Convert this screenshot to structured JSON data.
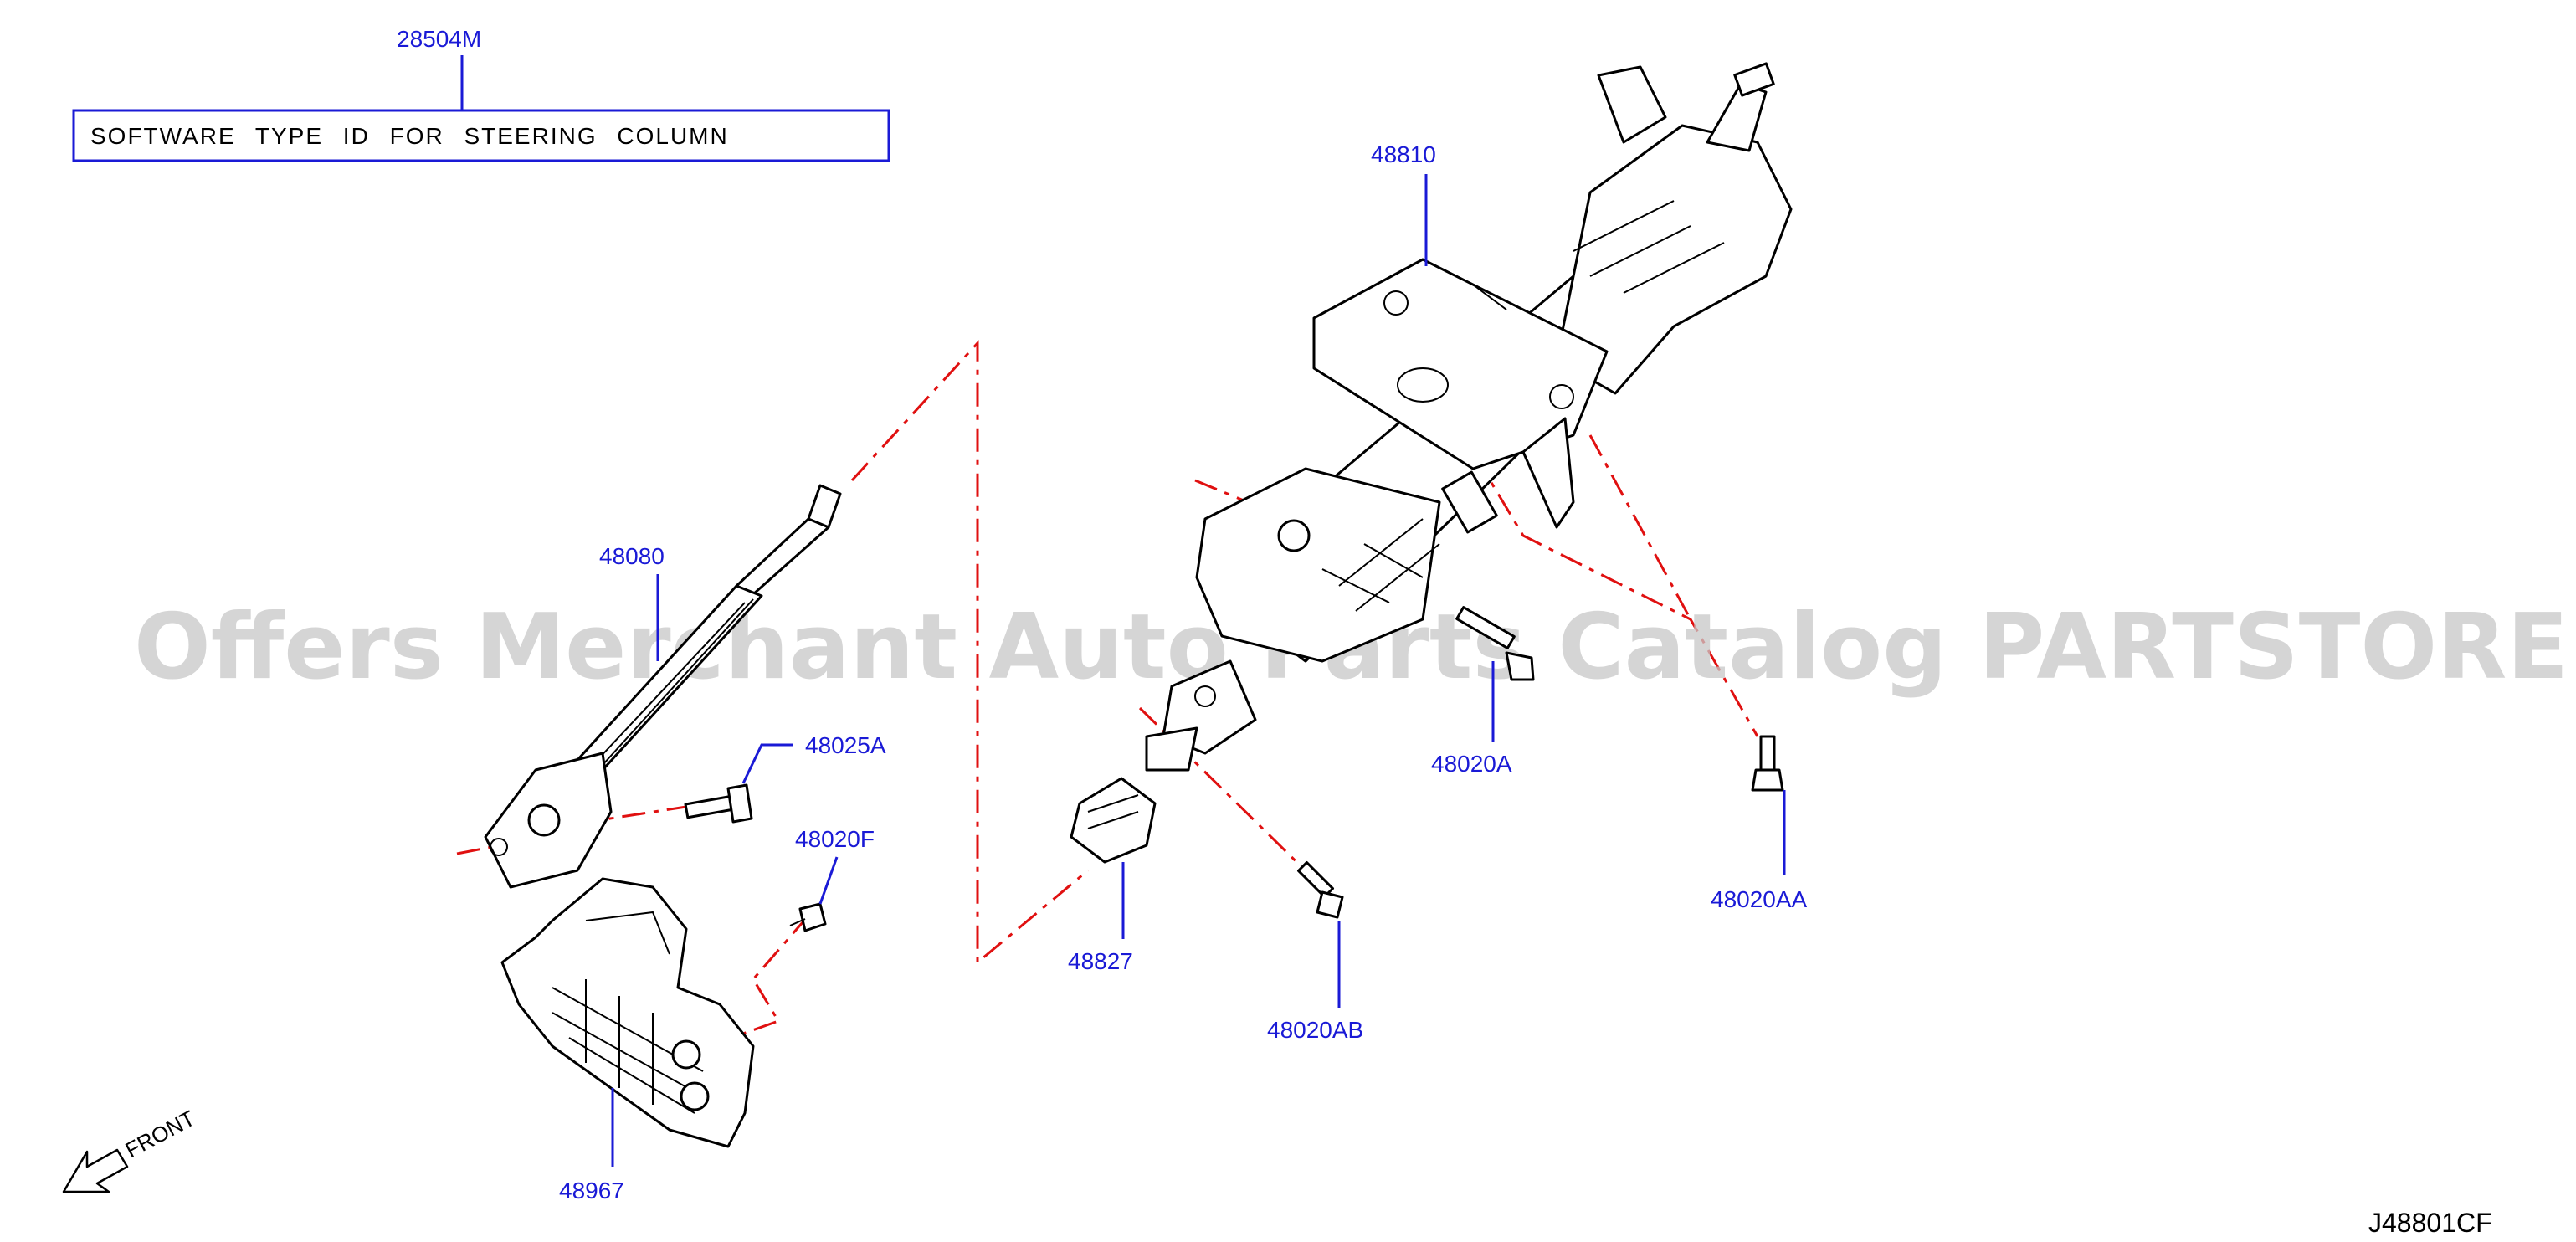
{
  "note": {
    "part_number": "28504M",
    "text": "SOFTWARE TYPE ID FOR STEERING COLUMN"
  },
  "parts": {
    "column_assy": "48810",
    "lower_shaft": "48080",
    "bolt_a": "48025A",
    "clip_f": "48020F",
    "cover": "48967",
    "bracket": "48827",
    "bolt_ab": "48020AB",
    "bolt_20a": "48020A",
    "bolt_aa": "48020AA"
  },
  "watermark": "Offers Merchant Auto Parts Catalog PARTSTORE.SA",
  "direction_label": "FRONT",
  "diagram_code": "J48801CF",
  "colors": {
    "label": "#1a1ad6",
    "phantom_line": "#e01010",
    "outline": "#000000",
    "watermark": "#c8c8c8"
  }
}
